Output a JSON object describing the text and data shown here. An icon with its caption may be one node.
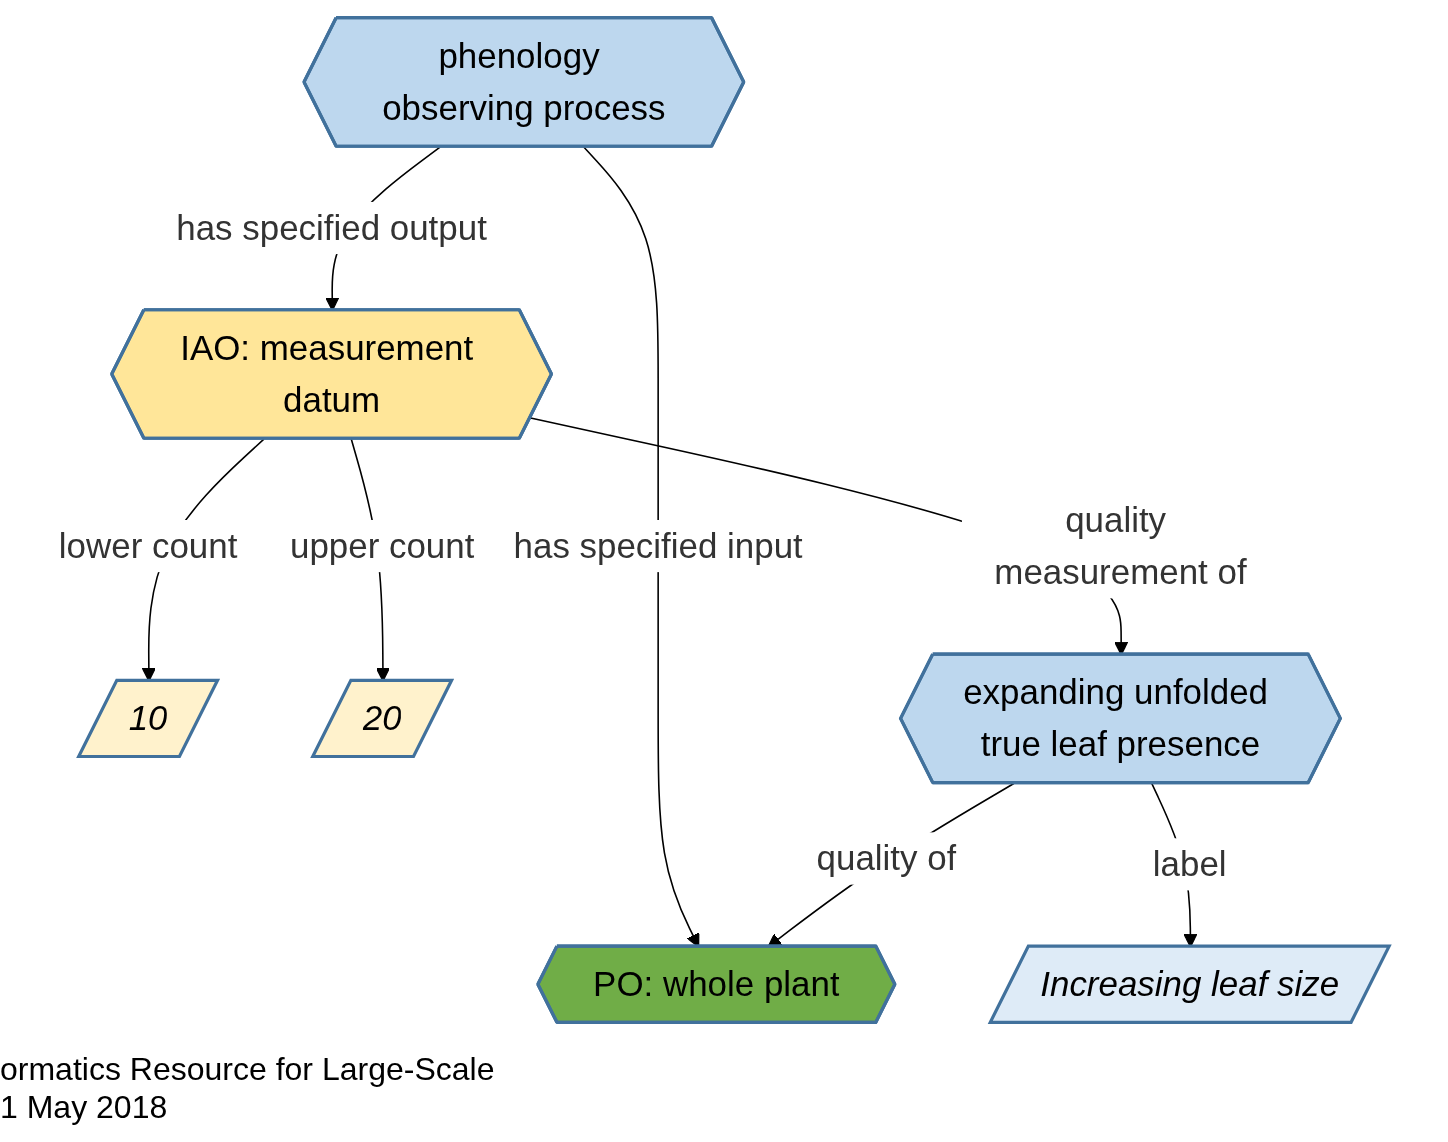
{
  "diagram": {
    "nodes": [
      {
        "text": [
          "IAO: measurement datum"
        ]
      },
      {
        "text": [
          "10"
        ]
      },
      {
        "text": [
          "20"
        ]
      },
      {
        "text": [
          "phenology observing process"
        ]
      },
      {
        "text": [
          "PO: whole plant"
        ]
      },
      {
        "text": [
          "expanding unfolded true leaf presence"
        ]
      },
      {
        "text": [
          "Increasing leaf size"
        ]
      }
    ],
    "edges": [
      {
        "from": 3,
        "to": 0,
        "arrow": "to",
        "label": "has specified output"
      },
      {
        "from": 0,
        "to": 1,
        "arrow": "to",
        "label": "lower count"
      },
      {
        "from": 0,
        "to": 2,
        "arrow": "to",
        "label": "upper count"
      },
      {
        "from": 0,
        "to": 5,
        "arrow": "to",
        "label": "quality measurement of"
      },
      {
        "from": 3,
        "to": 4,
        "arrow": "to",
        "label": "has specified input"
      },
      {
        "from": 5,
        "to": 4,
        "arrow": "to",
        "label": "quality of"
      },
      {
        "from": 5,
        "to": 6,
        "arrow": "to",
        "label": "label"
      }
    ],
    "labels": [
      "ormatics Resource for Large-Scale",
      "1 May 2018"
    ]
  }
}
